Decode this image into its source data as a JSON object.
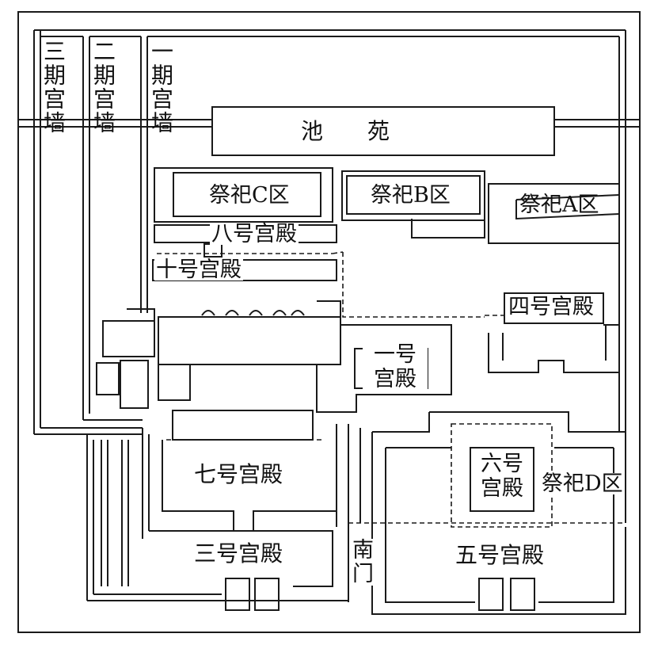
{
  "walls": {
    "phase3": "三期宫墙",
    "phase2": "二期宫墙",
    "phase1": "一期宫墙"
  },
  "areas": {
    "pond": "池　　苑",
    "sacrifice_c": "祭祀C区",
    "sacrifice_b": "祭祀B区",
    "sacrifice_a": "祭祀A区",
    "sacrifice_d": "祭祀D区",
    "south_gate": "南门"
  },
  "palaces": {
    "p8": "八号宫殿",
    "p10": "十号宫殿",
    "p4": "四号宫殿",
    "p1": "一号宫殿",
    "p7": "七号宫殿",
    "p6": "六号宫殿",
    "p3": "三号宫殿",
    "p5": "五号宫殿"
  }
}
